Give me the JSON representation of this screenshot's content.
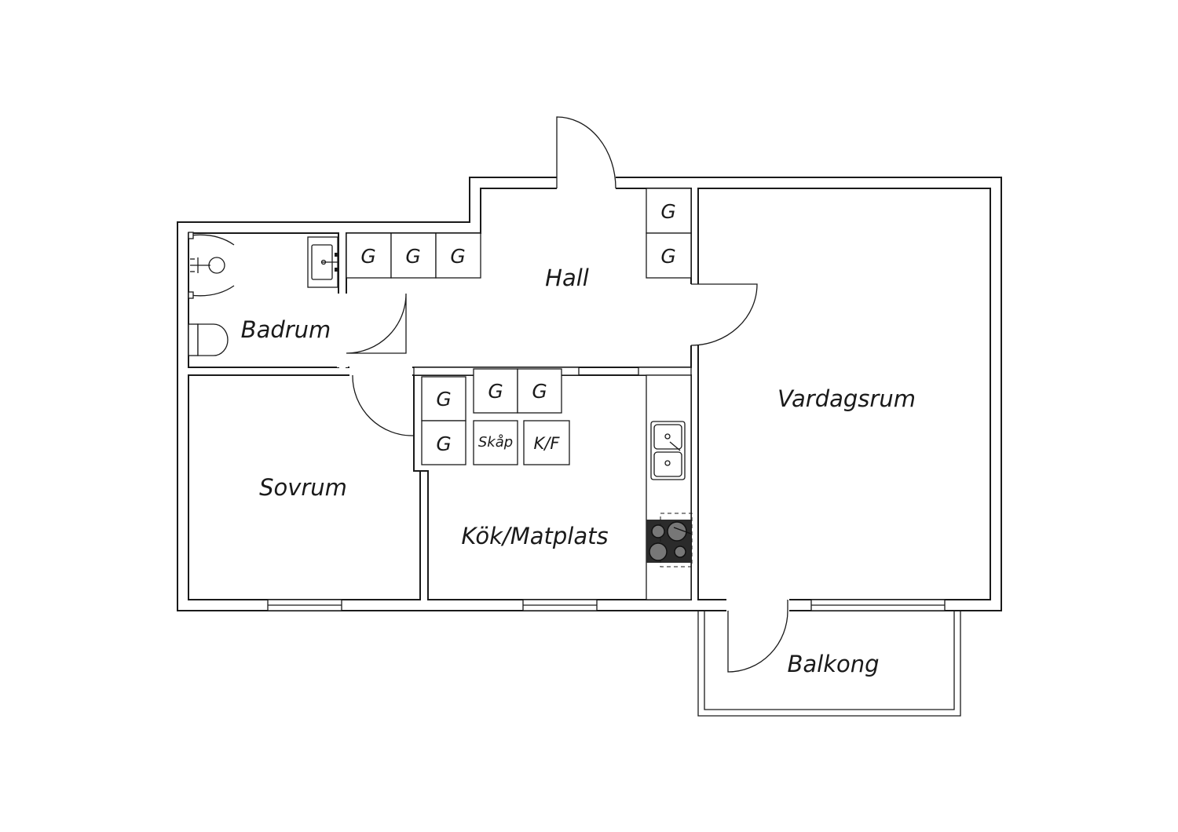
{
  "rooms": {
    "hall": "Hall",
    "badrum": "Badrum",
    "sovrum": "Sovrum",
    "kok": "Kök/Matplats",
    "vardagsrum": "Vardagsrum",
    "balkong": "Balkong"
  },
  "cabinets": {
    "wardrobe": "G",
    "skap": "Skåp",
    "kf": "K/F"
  },
  "colors": {
    "line": "#1a1a1a",
    "background": "#ffffff",
    "stove": "#2b2b2b"
  }
}
